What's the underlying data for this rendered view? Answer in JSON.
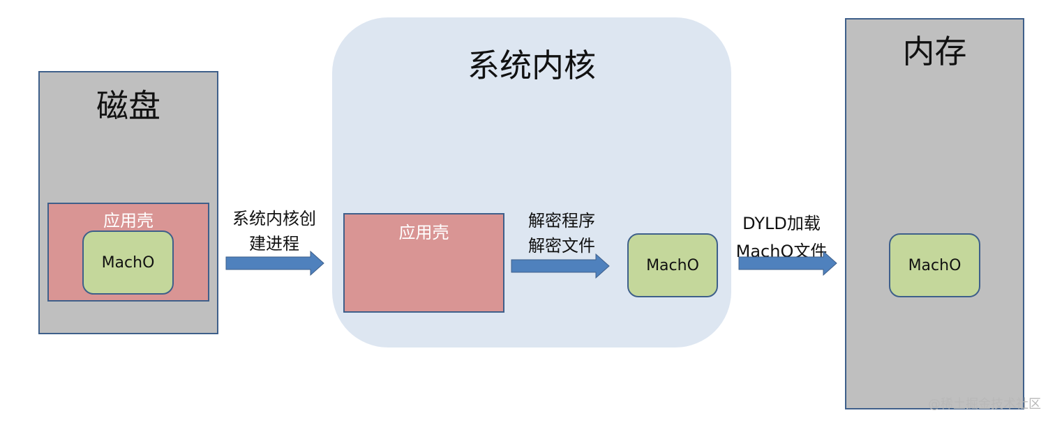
{
  "disk": {
    "title": "磁盘",
    "shell_label": "应用壳",
    "macho_label": "MachO"
  },
  "kernel": {
    "title": "系统内核",
    "shell_label": "应用壳",
    "macho_label": "MachO"
  },
  "memory": {
    "title": "内存",
    "macho_label": "MachO"
  },
  "arrows": {
    "create_process": {
      "line1": "系统内核创",
      "line2": "建进程"
    },
    "decrypt": {
      "line1": "解密程序",
      "line2": "解密文件"
    },
    "dyld_load": {
      "line1": "DYLD加载",
      "line2": "MachO文件"
    }
  },
  "colors": {
    "gray_box": "#bfbfbf",
    "kernel_bg": "#dde6f1",
    "shell_fill": "#d99594",
    "macho_fill": "#c4d79b",
    "border": "#3e5f8a",
    "arrow_fill": "#4f81bd"
  },
  "watermark": "@稀土掘金技术社区"
}
